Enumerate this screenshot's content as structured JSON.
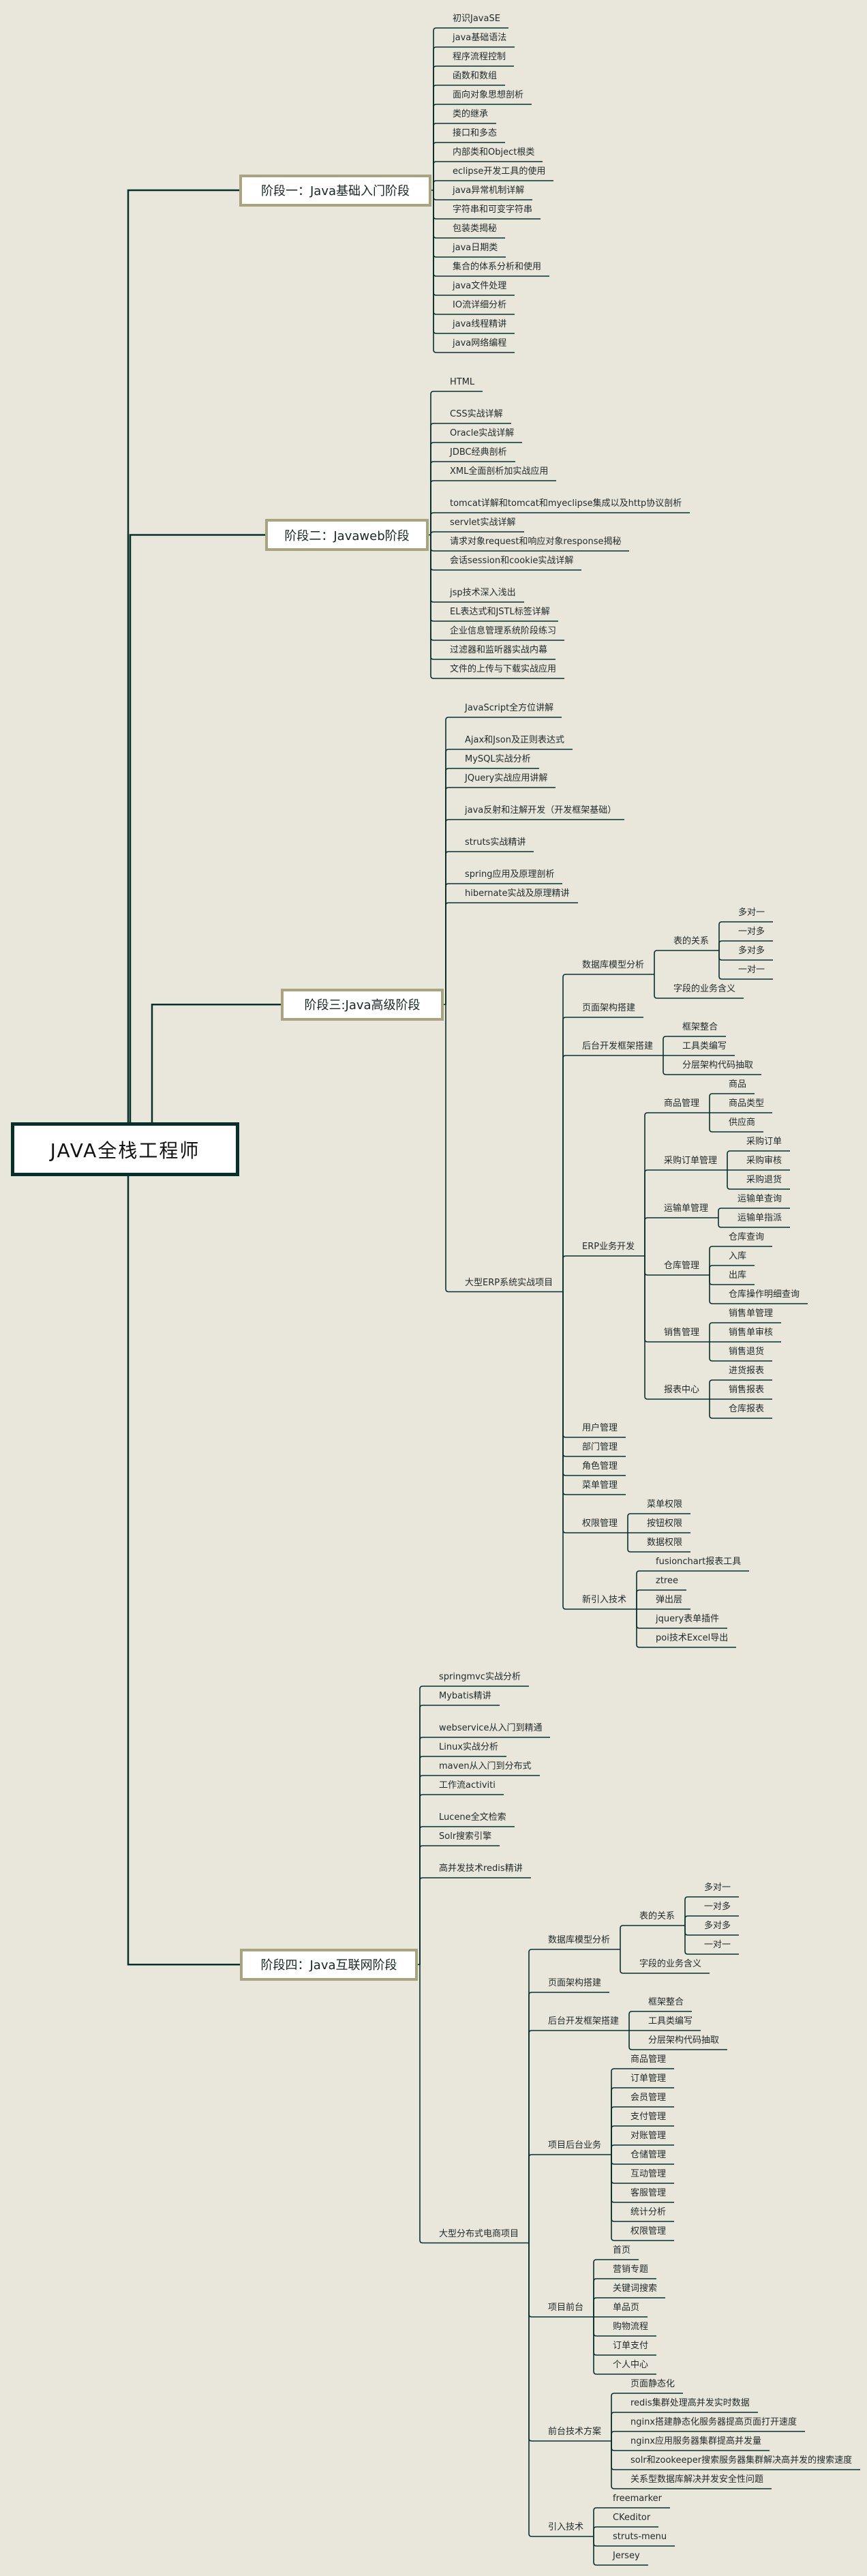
{
  "root": {
    "title": "JAVA全栈工程师"
  },
  "colors": {
    "background": "#e9e7dc",
    "line": "#06302c",
    "stage_border": "#a8a47e",
    "root_border": "#06302c"
  },
  "stages": [
    {
      "title": "阶段一：Java基础入门阶段",
      "children": [
        {
          "label": "初识JavaSE"
        },
        {
          "label": "java基础语法"
        },
        {
          "label": "程序流程控制"
        },
        {
          "label": "函数和数组"
        },
        {
          "label": "面向对象思想剖析"
        },
        {
          "label": "类的继承"
        },
        {
          "label": "接口和多态"
        },
        {
          "label": "内部类和Object根类"
        },
        {
          "label": "eclipse开发工具的使用"
        },
        {
          "label": "java异常机制详解"
        },
        {
          "label": "字符串和可变字符串"
        },
        {
          "label": "包装类揭秘"
        },
        {
          "label": "java日期类"
        },
        {
          "label": "集合的体系分析和使用"
        },
        {
          "label": "java文件处理"
        },
        {
          "label": "IO流详细分析"
        },
        {
          "label": "java线程精讲"
        },
        {
          "label": "java网络编程"
        }
      ]
    },
    {
      "title": "阶段二：Javaweb阶段",
      "children": [
        {
          "label": "HTML"
        },
        {
          "label": "CSS实战详解"
        },
        {
          "label": "Oracle实战详解"
        },
        {
          "label": "JDBC经典剖析"
        },
        {
          "label": "XML全面剖析加实战应用"
        },
        {
          "label": "tomcat详解和tomcat和myeclipse集成以及http协议剖析"
        },
        {
          "label": "servlet实战详解"
        },
        {
          "label": "请求对象request和响应对象response揭秘"
        },
        {
          "label": "会话session和cookie实战详解"
        },
        {
          "label": "jsp技术深入浅出"
        },
        {
          "label": "EL表达式和JSTL标签详解"
        },
        {
          "label": "企业信息管理系统阶段练习"
        },
        {
          "label": "过滤器和监听器实战内幕"
        },
        {
          "label": "文件的上传与下载实战应用"
        }
      ]
    },
    {
      "title": "阶段三:Java高级阶段",
      "children": [
        {
          "label": "JavaScript全方位讲解"
        },
        {
          "label": "Ajax和Json及正则表达式"
        },
        {
          "label": "MySQL实战分析"
        },
        {
          "label": "JQuery实战应用讲解"
        },
        {
          "label": "java反射和注解开发（开发框架基础）"
        },
        {
          "label": "struts实战精讲"
        },
        {
          "label": "spring应用及原理剖析"
        },
        {
          "label": "hibernate实战及原理精讲"
        },
        {
          "label": "大型ERP系统实战项目",
          "children": [
            {
              "label": "数据库模型分析",
              "children": [
                {
                  "label": "表的关系",
                  "children": [
                    {
                      "label": "多对一"
                    },
                    {
                      "label": "一对多"
                    },
                    {
                      "label": "多对多"
                    },
                    {
                      "label": "一对一"
                    }
                  ]
                },
                {
                  "label": "字段的业务含义"
                }
              ]
            },
            {
              "label": "页面架构搭建"
            },
            {
              "label": "后台开发框架搭建",
              "children": [
                {
                  "label": "框架整合"
                },
                {
                  "label": "工具类编写"
                },
                {
                  "label": "分层架构代码抽取"
                }
              ]
            },
            {
              "label": "ERP业务开发",
              "children": [
                {
                  "label": "商品管理",
                  "children": [
                    {
                      "label": "商品"
                    },
                    {
                      "label": "商品类型"
                    },
                    {
                      "label": "供应商"
                    }
                  ]
                },
                {
                  "label": "采购订单管理",
                  "children": [
                    {
                      "label": "采购订单"
                    },
                    {
                      "label": "采购审核"
                    },
                    {
                      "label": "采购退货"
                    }
                  ]
                },
                {
                  "label": "运输单管理",
                  "children": [
                    {
                      "label": "运输单查询"
                    },
                    {
                      "label": "运输单指派"
                    }
                  ]
                },
                {
                  "label": "仓库管理",
                  "children": [
                    {
                      "label": "仓库查询"
                    },
                    {
                      "label": "入库"
                    },
                    {
                      "label": "出库"
                    },
                    {
                      "label": "仓库操作明细查询"
                    }
                  ]
                },
                {
                  "label": "销售管理",
                  "children": [
                    {
                      "label": "销售单管理"
                    },
                    {
                      "label": "销售单审核"
                    },
                    {
                      "label": "销售退货"
                    }
                  ]
                },
                {
                  "label": "报表中心",
                  "children": [
                    {
                      "label": "进货报表"
                    },
                    {
                      "label": "销售报表"
                    },
                    {
                      "label": "仓库报表"
                    }
                  ]
                }
              ]
            },
            {
              "label": "用户管理"
            },
            {
              "label": "部门管理"
            },
            {
              "label": "角色管理"
            },
            {
              "label": "菜单管理"
            },
            {
              "label": "权限管理",
              "children": [
                {
                  "label": "菜单权限"
                },
                {
                  "label": "按钮权限"
                },
                {
                  "label": "数据权限"
                }
              ]
            },
            {
              "label": "新引入技术",
              "children": [
                {
                  "label": "fusionchart报表工具"
                },
                {
                  "label": "ztree"
                },
                {
                  "label": "弹出层"
                },
                {
                  "label": "jquery表单插件"
                },
                {
                  "label": "poi技术Excel导出"
                }
              ]
            }
          ]
        }
      ]
    },
    {
      "title": "阶段四：Java互联网阶段",
      "children": [
        {
          "label": "springmvc实战分析"
        },
        {
          "label": "Mybatis精讲"
        },
        {
          "label": "webservice从入门到精通"
        },
        {
          "label": "Linux实战分析"
        },
        {
          "label": "maven从入门到分布式"
        },
        {
          "label": "工作流activiti"
        },
        {
          "label": "Lucene全文检索"
        },
        {
          "label": "Solr搜索引擎"
        },
        {
          "label": "高并发技术redis精讲"
        },
        {
          "label": "大型分布式电商项目",
          "children": [
            {
              "label": "数据库模型分析",
              "children": [
                {
                  "label": "表的关系",
                  "children": [
                    {
                      "label": "多对一"
                    },
                    {
                      "label": "一对多"
                    },
                    {
                      "label": "多对多"
                    },
                    {
                      "label": "一对一"
                    }
                  ]
                },
                {
                  "label": "字段的业务含义"
                }
              ]
            },
            {
              "label": "页面架构搭建"
            },
            {
              "label": "后台开发框架搭建",
              "children": [
                {
                  "label": "框架整合"
                },
                {
                  "label": "工具类编写"
                },
                {
                  "label": "分层架构代码抽取"
                }
              ]
            },
            {
              "label": "项目后台业务",
              "children": [
                {
                  "label": "商品管理"
                },
                {
                  "label": "订单管理"
                },
                {
                  "label": "会员管理"
                },
                {
                  "label": "支付管理"
                },
                {
                  "label": "对账管理"
                },
                {
                  "label": "仓储管理"
                },
                {
                  "label": "互动管理"
                },
                {
                  "label": "客服管理"
                },
                {
                  "label": "统计分析"
                },
                {
                  "label": "权限管理"
                }
              ]
            },
            {
              "label": "项目前台",
              "children": [
                {
                  "label": "首页"
                },
                {
                  "label": "营销专题"
                },
                {
                  "label": "关键词搜索"
                },
                {
                  "label": "单品页"
                },
                {
                  "label": "购物流程"
                },
                {
                  "label": "订单支付"
                },
                {
                  "label": "个人中心"
                }
              ]
            },
            {
              "label": "前台技术方案",
              "children": [
                {
                  "label": "页面静态化"
                },
                {
                  "label": "redis集群处理高并发实时数据"
                },
                {
                  "label": "nginx搭建静态化服务器提高页面打开速度"
                },
                {
                  "label": "nginx应用服务器集群提高并发量"
                },
                {
                  "label": "solr和zookeeper搜索服务器集群解决高并发的搜索速度"
                },
                {
                  "label": "关系型数据库解决并发安全性问题"
                }
              ]
            },
            {
              "label": "引入技术",
              "children": [
                {
                  "label": "freemarker"
                },
                {
                  "label": "CKeditor"
                },
                {
                  "label": "struts-menu"
                },
                {
                  "label": "Jersey"
                }
              ]
            }
          ]
        }
      ]
    }
  ]
}
